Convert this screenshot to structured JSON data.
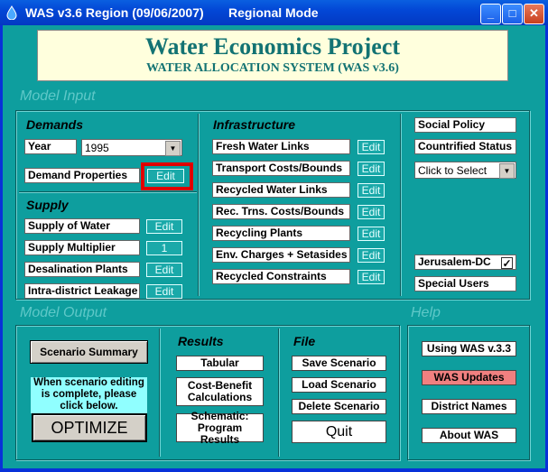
{
  "window": {
    "title": "WAS v3.6 Region (09/06/2007)",
    "mode": "Regional Mode",
    "controls": [
      "_",
      "□",
      "✕"
    ]
  },
  "banner": {
    "title": "Water Economics Project",
    "subtitle": "WATER ALLOCATION SYSTEM (WAS v3.6)"
  },
  "sections": {
    "model_input": "Model Input",
    "model_output": "Model Output",
    "help": "Help"
  },
  "demands": {
    "header": "Demands",
    "year_label": "Year",
    "year_value": "1995",
    "demand_properties": "Demand Properties",
    "edit": "Edit"
  },
  "supply": {
    "header": "Supply",
    "rows": [
      {
        "label": "Supply of Water",
        "action": "Edit"
      },
      {
        "label": "Supply Multiplier",
        "action": "1"
      },
      {
        "label": "Desalination Plants",
        "action": "Edit"
      },
      {
        "label": "Intra-district Leakage",
        "action": "Edit"
      }
    ]
  },
  "infrastructure": {
    "header": "Infrastructure",
    "rows": [
      {
        "label": "Fresh Water Links",
        "action": "Edit"
      },
      {
        "label": "Transport Costs/Bounds",
        "action": "Edit"
      },
      {
        "label": "Recycled Water Links",
        "action": "Edit"
      },
      {
        "label": "Rec. Trns. Costs/Bounds",
        "action": "Edit"
      },
      {
        "label": "Recycling Plants",
        "action": "Edit"
      },
      {
        "label": "Env. Charges + Setasides",
        "action": "Edit"
      },
      {
        "label": "Recycled Constraints",
        "action": "Edit"
      }
    ]
  },
  "policy": {
    "social_policy": "Social Policy",
    "countrified_status": "Countrified Status",
    "select_value": "Click to Select",
    "jerusalem": "Jerusalem-DC",
    "jerusalem_checked": "✓",
    "special_users": "Special Users"
  },
  "output": {
    "scenario_summary": "Scenario Summary",
    "note": "When scenario editing is complete, please click below.",
    "optimize": "OPTIMIZE",
    "results_header": "Results",
    "tabular": "Tabular",
    "cost_benefit": "Cost-Benefit Calculations",
    "schematic": "Schematic: Program Results",
    "file_header": "File",
    "save": "Save Scenario",
    "load": "Load Scenario",
    "delete": "Delete Scenario",
    "quit": "Quit"
  },
  "help": {
    "using": "Using WAS v.3.3",
    "updates": "WAS Updates",
    "district_names": "District Names",
    "about": "About WAS"
  },
  "colors": {
    "background": "#0E9E9E",
    "banner": "#FFFFDD",
    "highlight": "#E00000",
    "updates": "#F08080"
  }
}
